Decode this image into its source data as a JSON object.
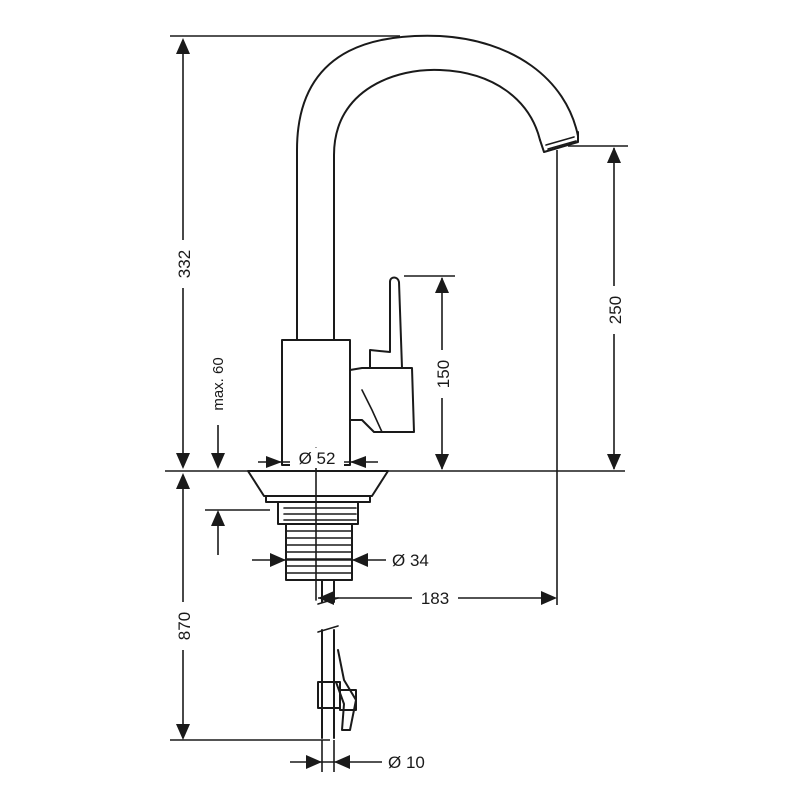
{
  "diagram": {
    "dimensions": {
      "total_height": "332",
      "max_thickness": "max. 60",
      "hose_length": "870",
      "base_diameter": "Ø 52",
      "lever_height": "150",
      "spout_outlet_height": "250",
      "shank_diameter": "Ø 34",
      "spout_reach": "183",
      "hose_diameter": "Ø 10"
    }
  }
}
